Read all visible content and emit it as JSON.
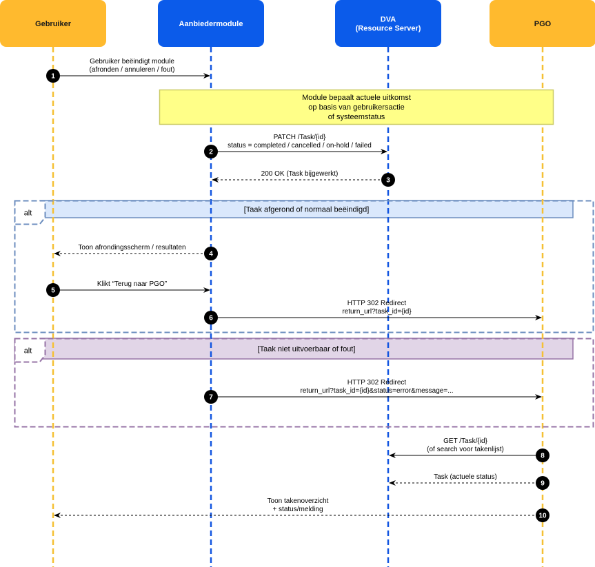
{
  "participants": [
    {
      "id": "gebruiker",
      "label": [
        "Gebruiker"
      ],
      "fill": "#FFBA2E",
      "text_color": "#1A1A1A",
      "line_color": "#F5C034"
    },
    {
      "id": "aanbieder",
      "label": [
        "Aanbiedermodule"
      ],
      "fill": "#0B5BEA",
      "text_color": "#FFFFFF",
      "line_color": "#1255E0"
    },
    {
      "id": "dva",
      "label": [
        "DVA",
        "(Resource Server)"
      ],
      "fill": "#0B5BEA",
      "text_color": "#FFFFFF",
      "line_color": "#1255E0"
    },
    {
      "id": "pgo",
      "label": [
        "PGO"
      ],
      "fill": "#FFBA2E",
      "text_color": "#1A1A1A",
      "line_color": "#F5C034"
    }
  ],
  "note": {
    "lines": [
      "Module bepaalt actuele uitkomst",
      "op basis van gebruikersactie",
      "of systeemstatus"
    ],
    "fill": "#FFFF88",
    "stroke": "#CCCC66"
  },
  "messages": [
    {
      "num": "1",
      "from": "gebruiker",
      "to": "aanbieder",
      "dashed": false,
      "label": [
        "Gebruiker beëindigt module",
        "(afronden / annuleren / fout)"
      ]
    },
    {
      "num": "2",
      "from": "aanbieder",
      "to": "dva",
      "dashed": false,
      "label": [
        "PATCH /Task/{id}",
        "status = completed / cancelled / on-hold / failed"
      ]
    },
    {
      "num": "3",
      "from": "dva",
      "to": "aanbieder",
      "dashed": true,
      "label": [
        "200 OK (Task bijgewerkt)"
      ]
    },
    {
      "num": "4",
      "from": "aanbieder",
      "to": "gebruiker",
      "dashed": true,
      "label": [
        "Toon afrondingsscherm / resultaten"
      ]
    },
    {
      "num": "5",
      "from": "gebruiker",
      "to": "aanbieder",
      "dashed": false,
      "label": [
        "Klikt “Terug naar PGO”"
      ]
    },
    {
      "num": "6",
      "from": "aanbieder",
      "to": "pgo",
      "dashed": false,
      "label": [
        "HTTP 302 Redirect",
        "return_url?task_id={id}"
      ]
    },
    {
      "num": "7",
      "from": "aanbieder",
      "to": "pgo",
      "dashed": false,
      "label": [
        "HTTP 302 Redirect",
        "return_url?task_id={id}&status=error&message=..."
      ]
    },
    {
      "num": "8",
      "from": "pgo",
      "to": "dva",
      "dashed": false,
      "label": [
        "GET /Task/{id}",
        "(of search voor takenlijst)"
      ]
    },
    {
      "num": "9",
      "from": "pgo",
      "to": "dva",
      "dashed": true,
      "label": [
        "Task (actuele status)"
      ]
    },
    {
      "num": "10",
      "from": "pgo",
      "to": "gebruiker",
      "dashed": true,
      "label": [
        "Toon takenoverzicht",
        "+ status/melding"
      ]
    }
  ],
  "fragments": [
    {
      "keyword": "alt",
      "condition": "[Taak afgerond of normaal beëindigd]",
      "border": "#6C8EBF",
      "fill": "#DAE8FC"
    },
    {
      "keyword": "alt",
      "condition": "[Taak niet uitvoerbaar of fout]",
      "border": "#9673A6",
      "fill": "#E1D5E7"
    }
  ]
}
